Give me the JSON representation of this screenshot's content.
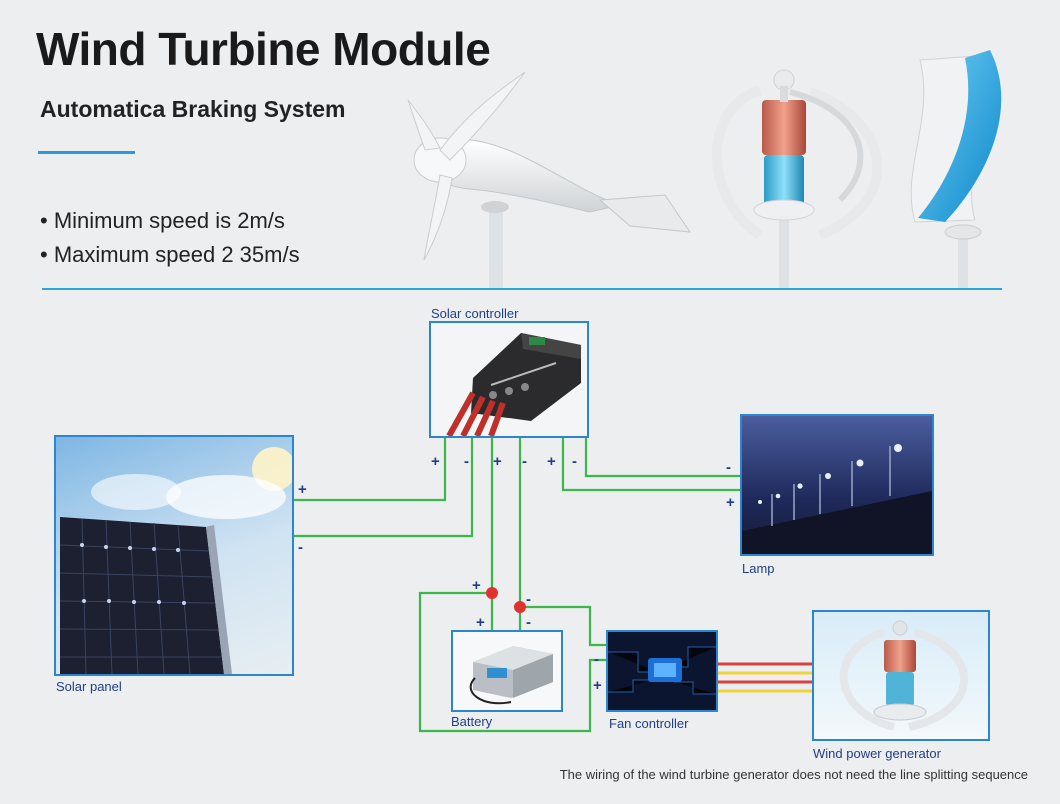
{
  "header": {
    "title": "Wind Turbine Module",
    "subtitle": "Automatica Braking System"
  },
  "specs": [
    "• Minimum speed is 2m/s",
    "• Maximum speed 2 35m/s"
  ],
  "nodes": {
    "solar_controller": "Solar controller",
    "lamp": "Lamp",
    "solar_panel": "Solar panel",
    "battery": "Battery",
    "fan_controller": "Fan controller",
    "wind_power_generator": "Wind power generator"
  },
  "footnote": "The wiring of the wind turbine generator does not need the line splitting sequence",
  "colors": {
    "accent_blue": "#2a9bd6",
    "wire_green": "#3cb84a",
    "wire_red": "#d94040",
    "wire_yellow": "#f2d23a",
    "box_border": "#2c86cf",
    "label_blue": "#1f3f8a"
  }
}
